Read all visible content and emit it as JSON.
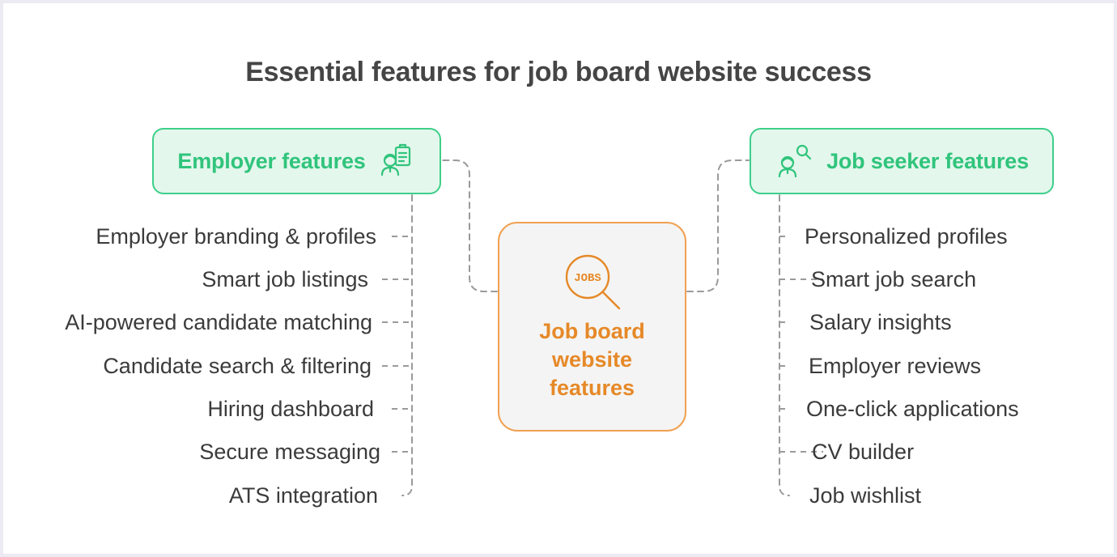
{
  "title": "Essential features for job board website success",
  "colors": {
    "green_fill": "#e3f7ec",
    "green_stroke": "#3dcf8a",
    "green_text": "#30c47c",
    "orange_stroke": "#f1a050",
    "orange_text": "#e68928",
    "center_fill": "#f4f4f4",
    "text_dark": "#3b3b3b",
    "connector": "#9a9a9a"
  },
  "center": {
    "icon": "jobs-magnifier-icon",
    "icon_text": "JOBS",
    "title_lines": [
      "Job board",
      "website",
      "features"
    ]
  },
  "employer": {
    "label": "Employer features",
    "icon": "employer-clipboard-icon",
    "features": [
      "Employer branding & profiles",
      "Smart job listings",
      "AI-powered candidate matching",
      "Candidate search & filtering",
      "Hiring dashboard",
      "Secure messaging",
      "ATS integration"
    ]
  },
  "seeker": {
    "label": "Job seeker features",
    "icon": "seeker-search-icon",
    "features": [
      "Personalized profiles",
      "Smart job search",
      "Salary insights",
      "Employer reviews",
      "One-click applications",
      "CV builder",
      "Job wishlist"
    ]
  }
}
